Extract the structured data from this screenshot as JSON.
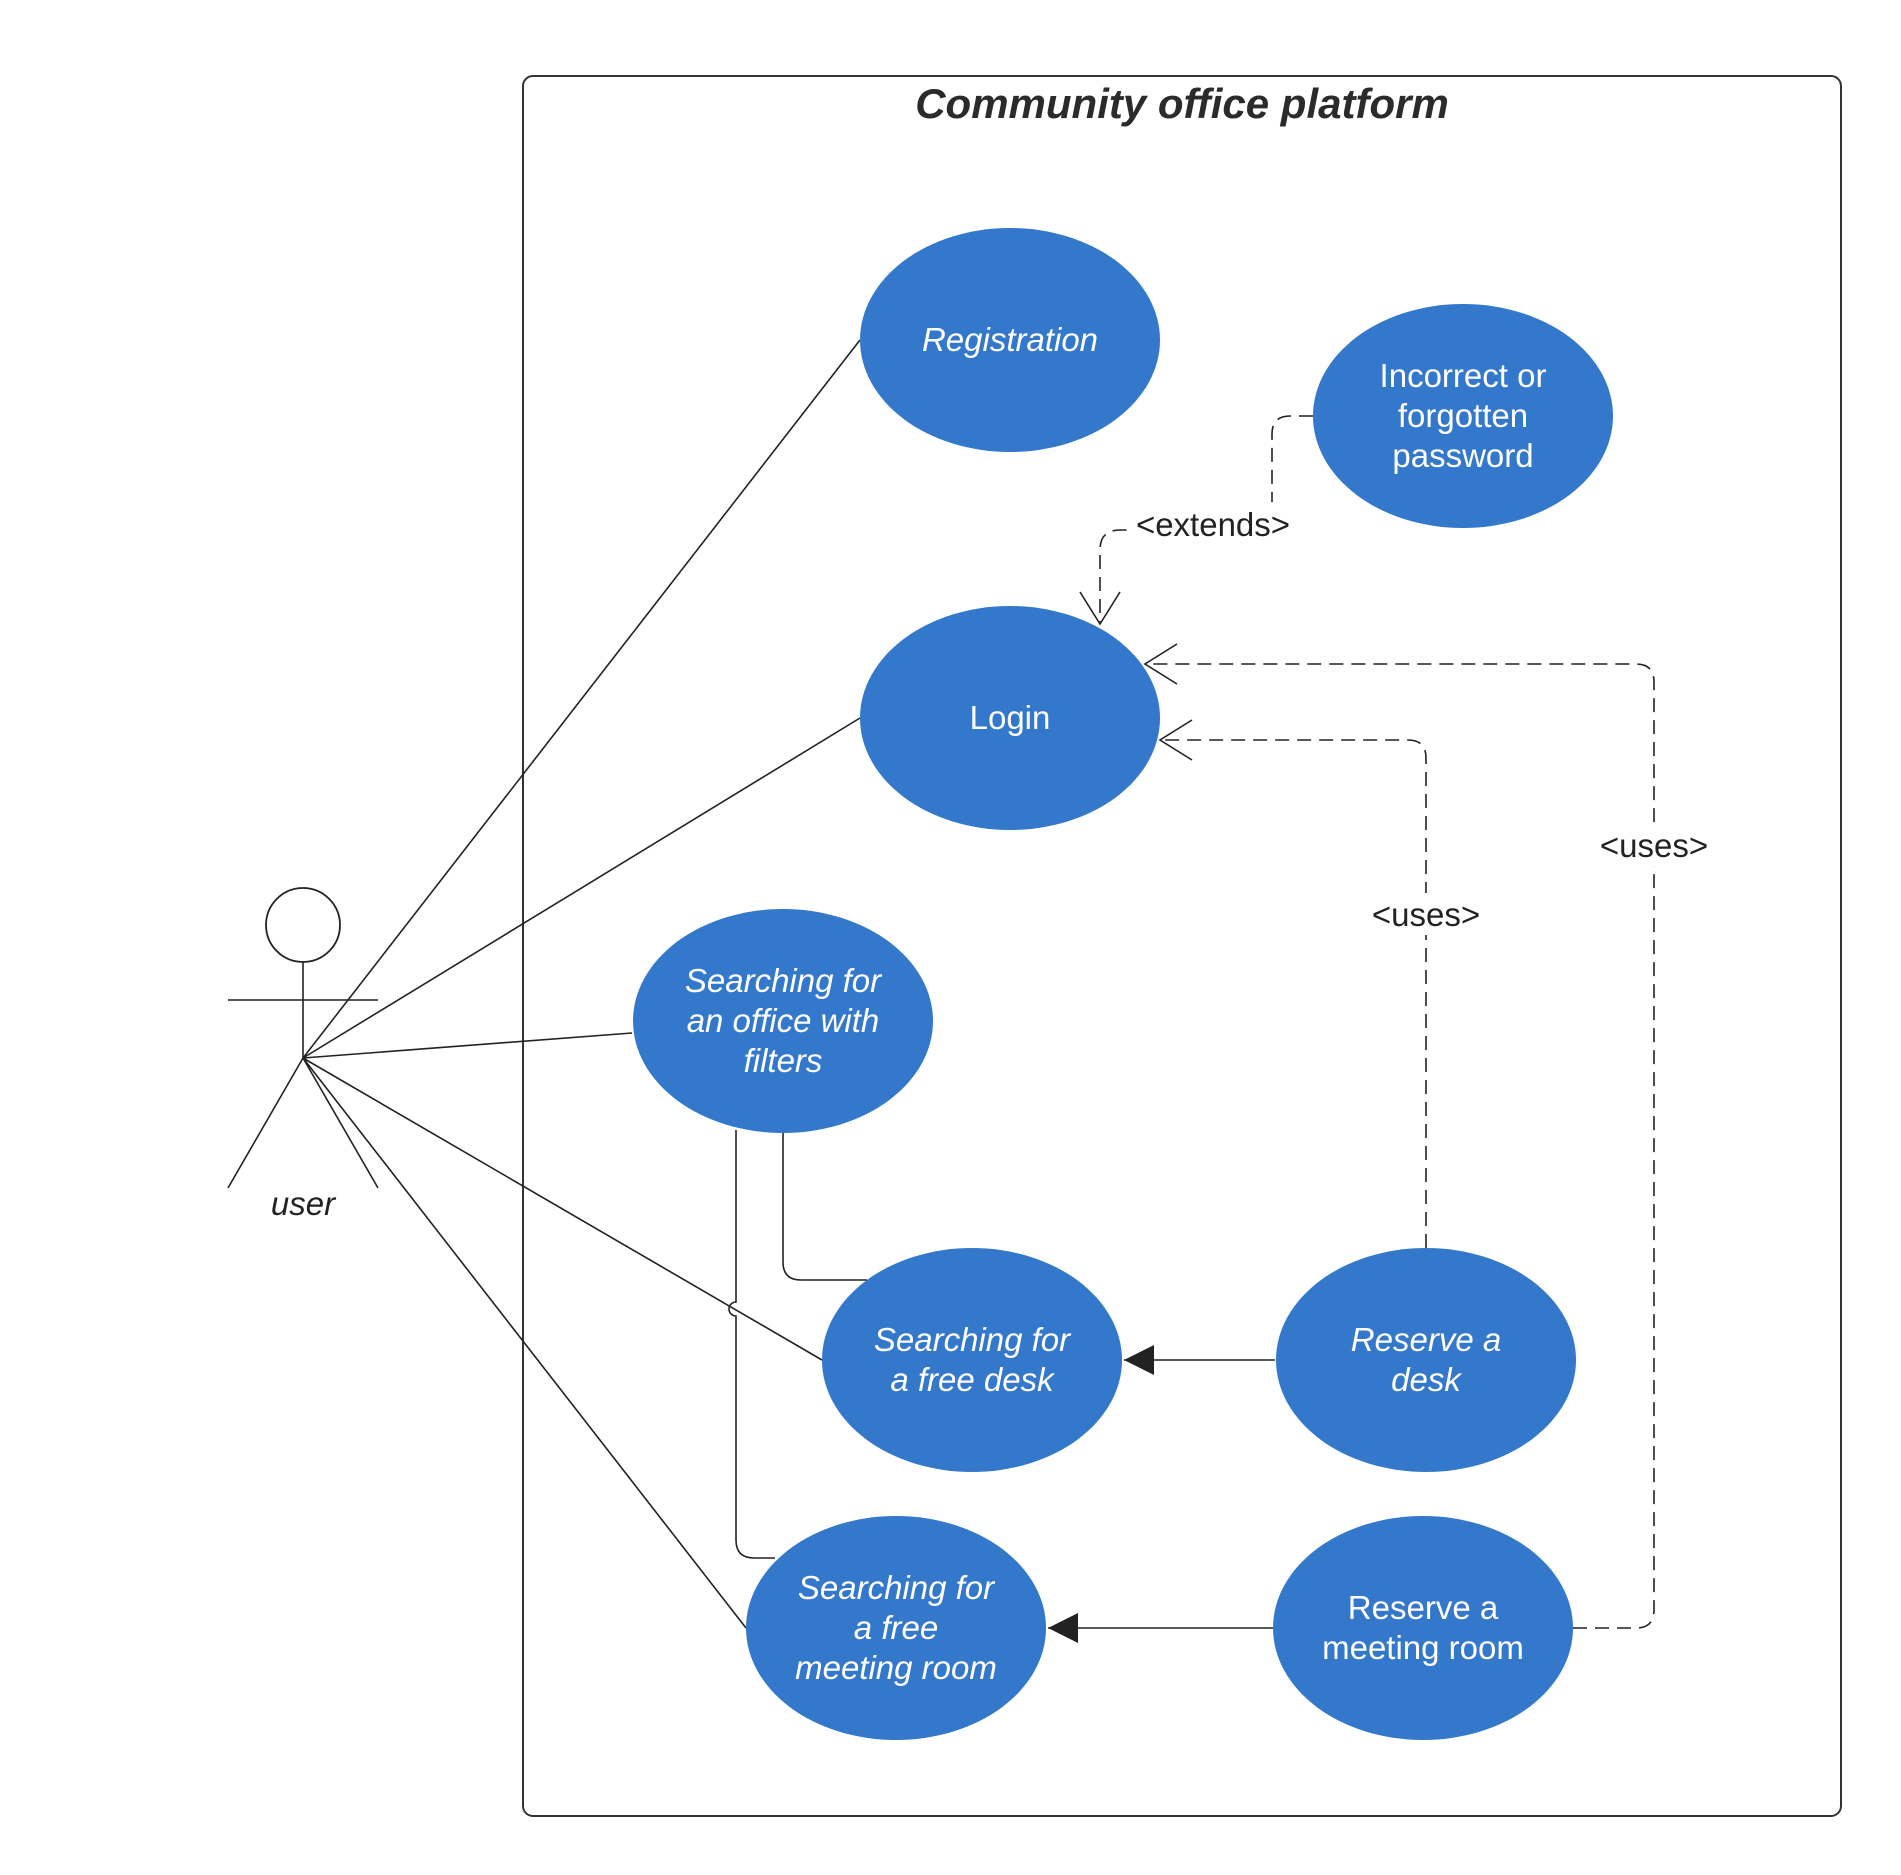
{
  "diagram": {
    "title": "Community office platform",
    "actor": {
      "label": "user"
    },
    "use_cases": {
      "registration": {
        "lines": [
          "Registration"
        ],
        "italic": true
      },
      "forgotten_password": {
        "lines": [
          "Incorrect or",
          "forgotten",
          "password"
        ],
        "italic": false
      },
      "login": {
        "lines": [
          "Login"
        ],
        "italic": false
      },
      "search_office": {
        "lines": [
          "Searching for",
          "an office with",
          "filters"
        ],
        "italic": true
      },
      "search_desk": {
        "lines": [
          "Searching for",
          "a free desk"
        ],
        "italic": true
      },
      "reserve_desk": {
        "lines": [
          "Reserve a",
          "desk"
        ],
        "italic": true
      },
      "search_room": {
        "lines": [
          "Searching for",
          "a free",
          "meeting room"
        ],
        "italic": true
      },
      "reserve_room": {
        "lines": [
          "Reserve a",
          "meeting room"
        ],
        "italic": false
      }
    },
    "relations": {
      "extends": "<extends>",
      "uses_desk": "<uses>",
      "uses_room": "<uses>"
    },
    "colors": {
      "use_case_fill": "#3478cc",
      "line": "#222222",
      "boundary": "#333333"
    }
  }
}
